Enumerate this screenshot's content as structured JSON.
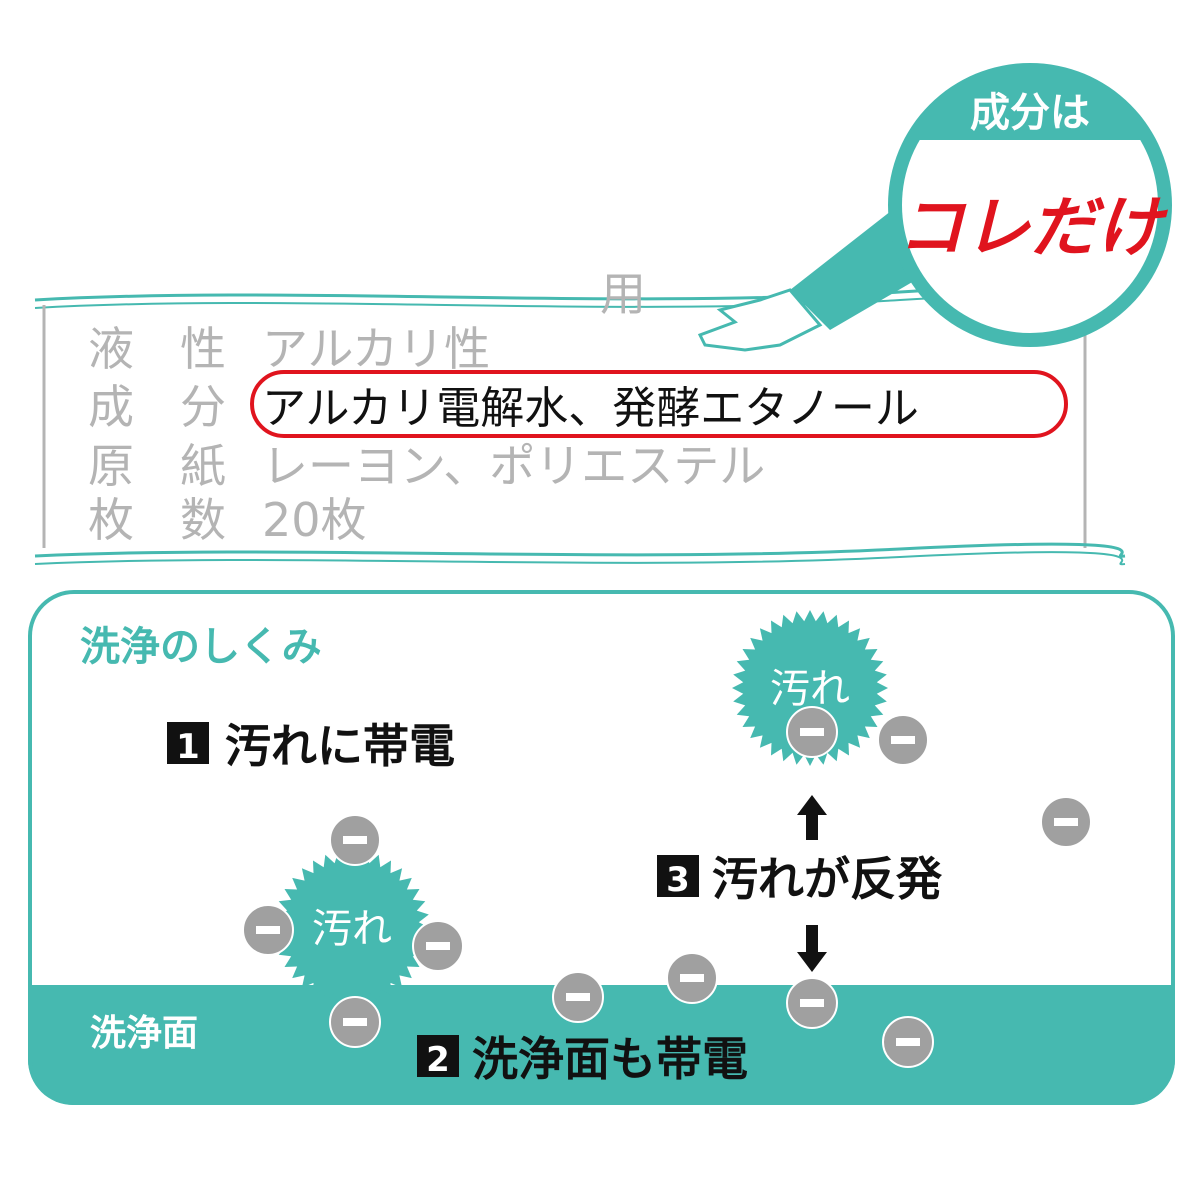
{
  "magnifier": {
    "heading": "成分は",
    "highlight": "コレだけ"
  },
  "label": {
    "top_partial": "用",
    "rows": [
      {
        "key": "液　性",
        "value": "アルカリ性"
      },
      {
        "key": "成　分",
        "value": "アルカリ電解水、発酵エタノール"
      },
      {
        "key": "原　紙",
        "value": "レーヨン、ポリエステル"
      },
      {
        "key": "枚　数",
        "value": "20枚"
      }
    ]
  },
  "mechanism": {
    "title": "洗浄のしくみ",
    "surface_label": "洗浄面",
    "steps": [
      {
        "num": "1",
        "text": "汚れに帯電"
      },
      {
        "num": "2",
        "text": "洗浄面も帯電"
      },
      {
        "num": "3",
        "text": "汚れが反発"
      }
    ],
    "dirt_label": "汚れ",
    "charge_symbol": "−"
  },
  "colors": {
    "teal": "#46b9b0",
    "red": "#e0141e",
    "gray": "#a0a0a0",
    "label_gray": "#b4b4b4"
  }
}
